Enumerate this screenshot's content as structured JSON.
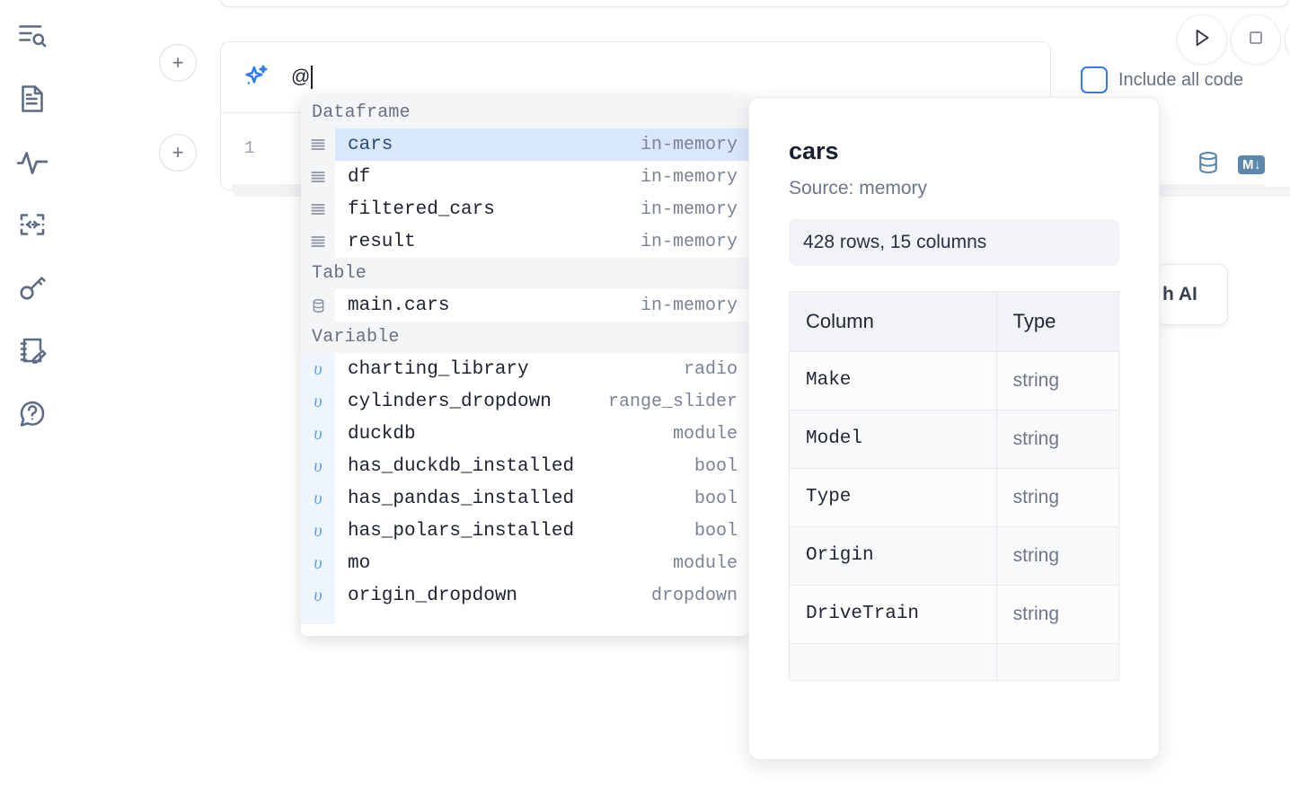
{
  "sidebar": {
    "items": [
      {
        "icon": "outline-search-icon",
        "name": "sidebar-item-outline"
      },
      {
        "icon": "document-icon",
        "name": "sidebar-item-notebook"
      },
      {
        "icon": "activity-icon",
        "name": "sidebar-item-activity"
      },
      {
        "icon": "code-snippet-icon",
        "name": "sidebar-item-snippets"
      },
      {
        "icon": "key-icon",
        "name": "sidebar-item-secrets"
      },
      {
        "icon": "scratchpad-edit-icon",
        "name": "sidebar-item-scratchpad"
      },
      {
        "icon": "help-chat-icon",
        "name": "sidebar-item-help"
      }
    ]
  },
  "toolbar": {
    "add_cell_label": "+",
    "run_icon": "play-icon",
    "stop_icon": "stop-icon",
    "include_all_code_label": "Include all code",
    "include_all_code_checked": false,
    "database_icon": "database-icon",
    "markdown_icon": "markdown-icon",
    "markdown_badge_text": "M",
    "markdown_badge_arrow": "↓"
  },
  "prompt_cell": {
    "icon": "ai-sparkle-icon",
    "value": "@",
    "placeholder": ""
  },
  "code_cell": {
    "line_number": "1"
  },
  "ai_card": {
    "label": "h AI"
  },
  "autocomplete": {
    "sections": [
      {
        "title": "Dataframe",
        "items": [
          {
            "icon": "dataframe-icon",
            "name": "cars",
            "meta": "in-memory",
            "selected": true
          },
          {
            "icon": "dataframe-icon",
            "name": "df",
            "meta": "in-memory",
            "selected": false
          },
          {
            "icon": "dataframe-icon",
            "name": "filtered_cars",
            "meta": "in-memory",
            "selected": false
          },
          {
            "icon": "dataframe-icon",
            "name": "result",
            "meta": "in-memory",
            "selected": false
          }
        ]
      },
      {
        "title": "Table",
        "items": [
          {
            "icon": "table-icon",
            "name": "main.cars",
            "meta": "in-memory",
            "selected": false
          }
        ]
      },
      {
        "title": "Variable",
        "items": [
          {
            "icon": "variable-icon",
            "name": "charting_library",
            "meta": "radio",
            "selected": false
          },
          {
            "icon": "variable-icon",
            "name": "cylinders_dropdown",
            "meta": "range_slider",
            "selected": false
          },
          {
            "icon": "variable-icon",
            "name": "duckdb",
            "meta": "module",
            "selected": false
          },
          {
            "icon": "variable-icon",
            "name": "has_duckdb_installed",
            "meta": "bool",
            "selected": false
          },
          {
            "icon": "variable-icon",
            "name": "has_pandas_installed",
            "meta": "bool",
            "selected": false
          },
          {
            "icon": "variable-icon",
            "name": "has_polars_installed",
            "meta": "bool",
            "selected": false
          },
          {
            "icon": "variable-icon",
            "name": "mo",
            "meta": "module",
            "selected": false
          },
          {
            "icon": "variable-icon",
            "name": "origin_dropdown",
            "meta": "dropdown",
            "selected": false
          }
        ]
      }
    ],
    "variable_glyph": "υ"
  },
  "doc_panel": {
    "title": "cars",
    "source": "Source: memory",
    "shape": "428 rows, 15 columns",
    "table": {
      "headers": [
        "Column",
        "Type"
      ],
      "rows": [
        [
          "Make",
          "string"
        ],
        [
          "Model",
          "string"
        ],
        [
          "Type",
          "string"
        ],
        [
          "Origin",
          "string"
        ],
        [
          "DriveTrain",
          "string"
        ]
      ]
    }
  },
  "colors": {
    "accent_blue": "#2f7cf6",
    "selection_blue": "#d9e7fb",
    "muted_text": "#7b8396",
    "panel_bg": "#f1f3f7",
    "db_icon": "#5b88ab"
  }
}
